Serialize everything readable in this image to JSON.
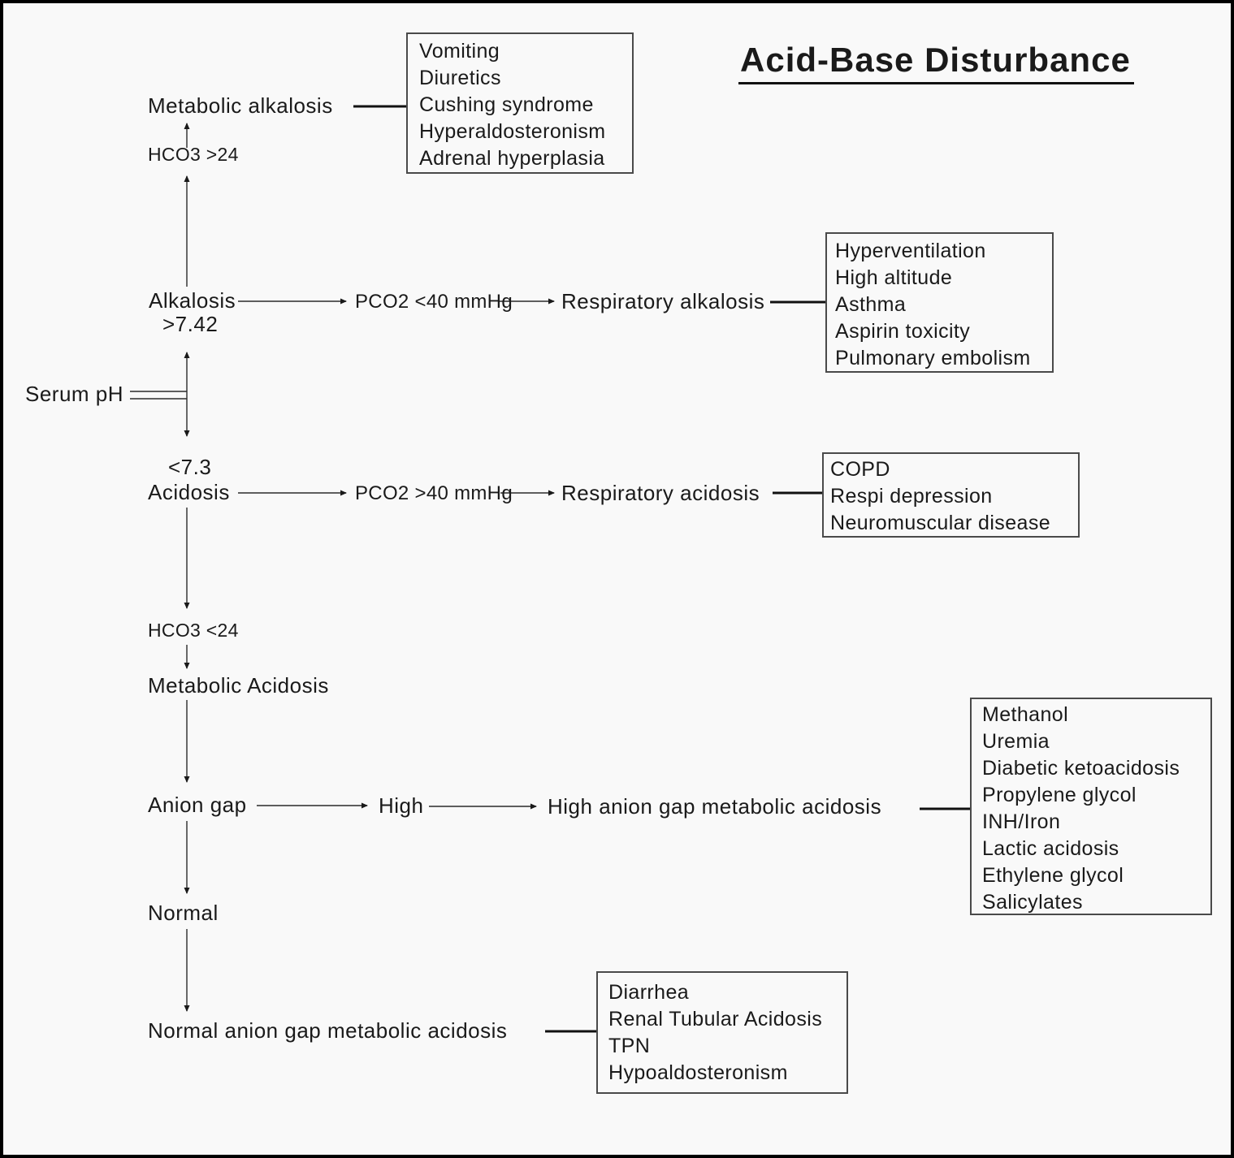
{
  "title": "Acid-Base Disturbance",
  "nodes": {
    "serum_ph": "Serum pH",
    "alkalosis": "Alkalosis",
    "alkalosis_threshold": ">7.42",
    "acidosis_threshold": "<7.3",
    "acidosis": "Acidosis",
    "hco3_high": "HCO3 >24",
    "hco3_low": "HCO3 <24",
    "metabolic_alkalosis": "Metabolic alkalosis",
    "metabolic_acidosis": "Metabolic Acidosis",
    "pco2_low": "PCO2 <40 mmHg",
    "pco2_high": "PCO2 >40 mmHg",
    "respiratory_alkalosis": "Respiratory alkalosis",
    "respiratory_acidosis": "Respiratory acidosis",
    "anion_gap": "Anion gap",
    "anion_gap_high": "High",
    "high_anion_gap_acidosis": "High anion gap metabolic acidosis",
    "anion_gap_normal": "Normal",
    "normal_anion_gap_acidosis": "Normal anion gap metabolic acidosis"
  },
  "causes": {
    "metabolic_alkalosis": [
      "Vomiting",
      "Diuretics",
      "Cushing syndrome",
      "Hyperaldosteronism",
      "Adrenal hyperplasia"
    ],
    "respiratory_alkalosis": [
      "Hyperventilation",
      "High altitude",
      "Asthma",
      "Aspirin toxicity",
      "Pulmonary embolism"
    ],
    "respiratory_acidosis": [
      "COPD",
      "Respi depression",
      "Neuromuscular disease"
    ],
    "high_anion_gap": [
      "Methanol",
      "Uremia",
      "Diabetic ketoacidosis",
      "Propylene glycol",
      "INH/Iron",
      "Lactic acidosis",
      "Ethylene glycol",
      "Salicylates"
    ],
    "normal_anion_gap": [
      "Diarrhea",
      "Renal Tubular Acidosis",
      "TPN",
      "Hypoaldosteronism"
    ]
  },
  "colors": {
    "background": "#f9f9f9",
    "text": "#1a1a1a",
    "line": "#2a2a2a",
    "box_border": "#4a4a4a",
    "frame": "#000000"
  }
}
